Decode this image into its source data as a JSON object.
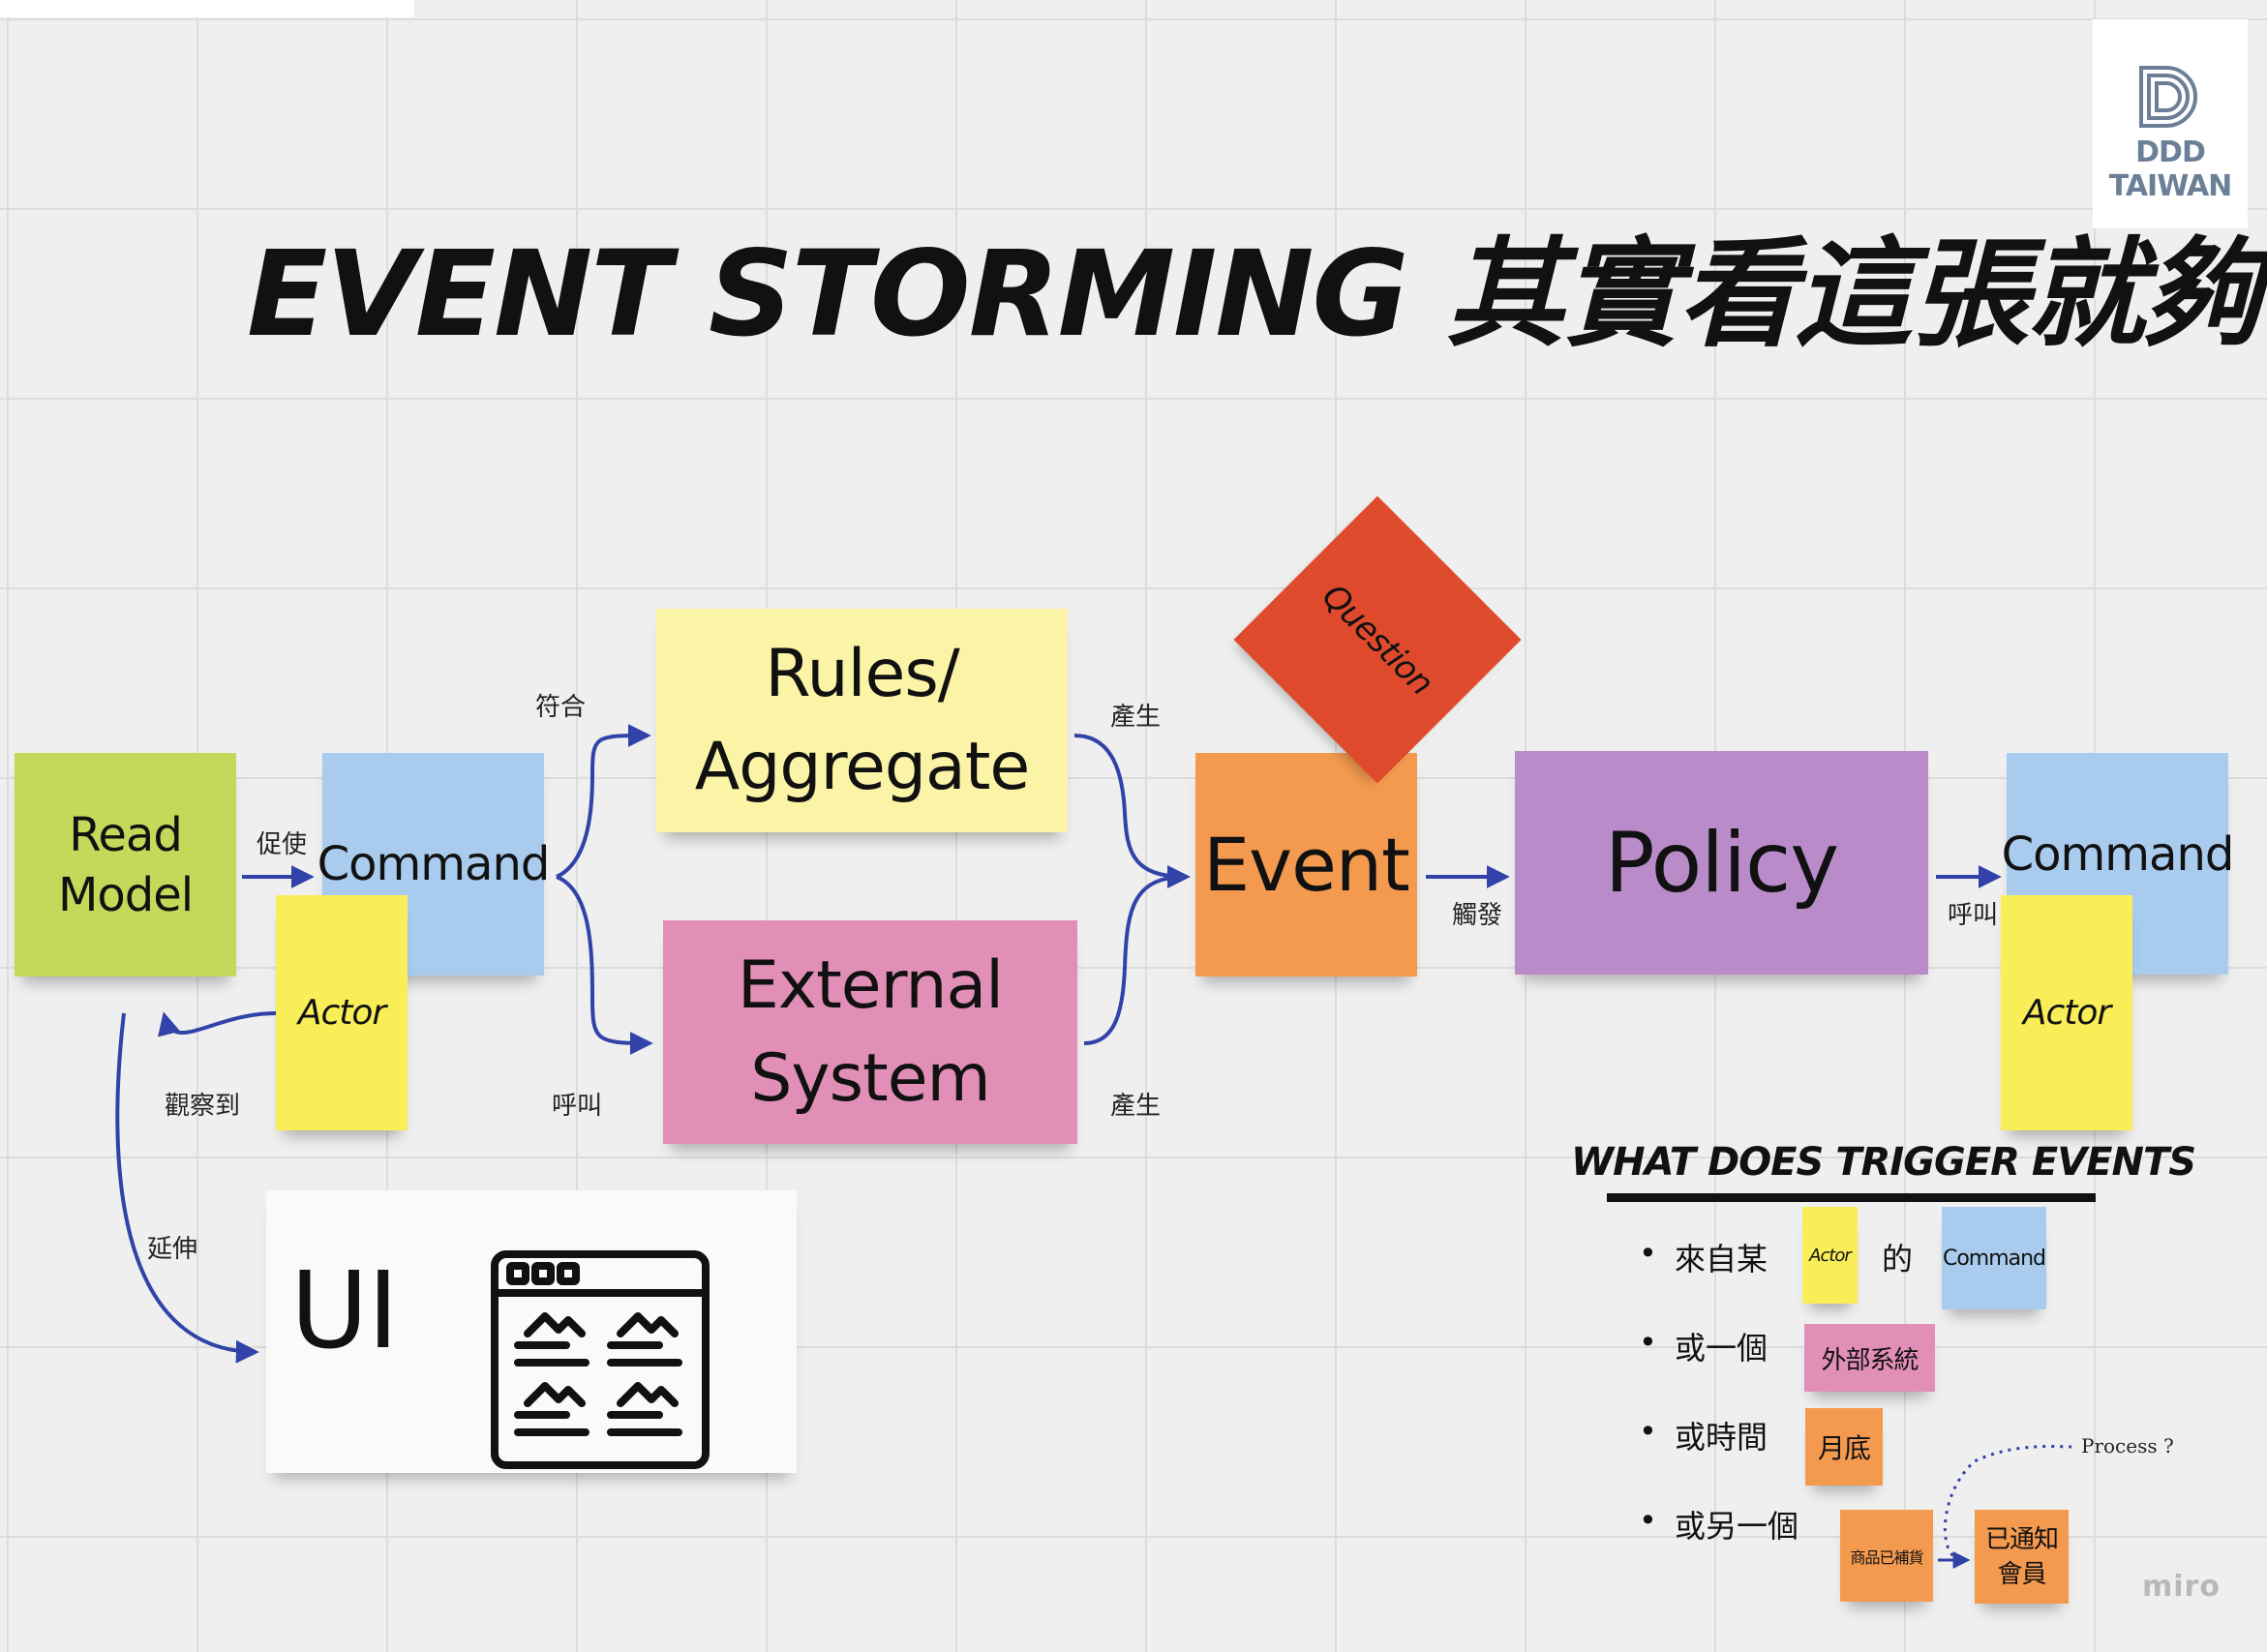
{
  "title": "EVENT STORMING 其實看這張就夠了",
  "logo": {
    "name": "DDD TAIWAN"
  },
  "watermark": "miro",
  "colors": {
    "read_model": "#c6d85a",
    "command": "#a9cbee",
    "actor": "#f9ee57",
    "rules": "#fbf4a6",
    "external": "#e28fb8",
    "event": "#f39a4f",
    "policy": "#b98bc9",
    "question": "#e04a2c",
    "arrow": "#3142a8"
  },
  "notes": {
    "read_model": "Read\nModel",
    "command_left": "Command",
    "actor_left": "Actor",
    "rules": "Rules/\nAggregate",
    "external": "External\nSystem",
    "event": "Event",
    "question": "Question",
    "policy": "Policy",
    "command_right": "Command",
    "actor_right": "Actor"
  },
  "edge_labels": {
    "prompts": "促使",
    "matches": "符合",
    "calls_external": "呼叫",
    "produces_top": "產生",
    "produces_bottom": "產生",
    "triggers": "觸發",
    "calls_command": "呼叫",
    "observes": "觀察到",
    "extends": "延伸"
  },
  "ui_card": {
    "label": "UI",
    "icon": "browser-window-icon"
  },
  "legend": {
    "title": "WHAT DOES TRIGGER EVENTS",
    "items": [
      {
        "text": "來自某",
        "actor": "Actor",
        "mid": "的",
        "command": "Command"
      },
      {
        "text": "或一個",
        "note": "外部系統"
      },
      {
        "text": "或時間",
        "note": "月底"
      },
      {
        "text": "或另一個",
        "event": "商品已補貨",
        "result": "已通知\n會員",
        "process": "Process ?"
      }
    ]
  }
}
